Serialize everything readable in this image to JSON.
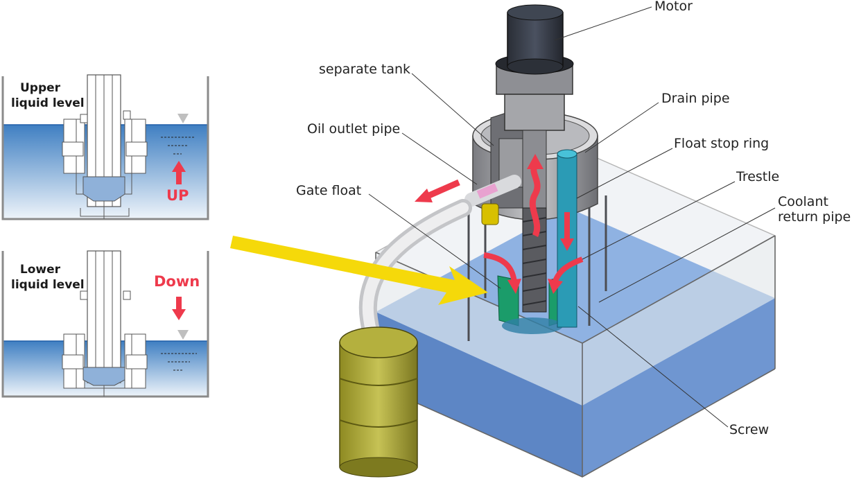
{
  "panels": {
    "upper": {
      "label_line1": "Upper",
      "label_line2": "liquid level",
      "direction": "UP"
    },
    "lower": {
      "label_line1": "Lower",
      "label_line2": "liquid level",
      "direction": "Down"
    }
  },
  "callouts": {
    "motor": "Motor",
    "separate_tank": "separate tank",
    "drain_pipe": "Drain pipe",
    "oil_outlet_pipe": "Oil outlet pipe",
    "float_stop_ring": "Float stop ring",
    "trestle": "Trestle",
    "gate_float": "Gate float",
    "coolant_return_pipe_line1": "Coolant",
    "coolant_return_pipe_line2": "return pipe",
    "screw": "Screw"
  },
  "colors": {
    "liquid": "#4a86c6",
    "arrow_red": "#ee3a4c",
    "arrow_yellow": "#f5d90a",
    "drum": "#a9a231",
    "float_green": "#1b9c6a",
    "steel": "#8e8f93"
  }
}
